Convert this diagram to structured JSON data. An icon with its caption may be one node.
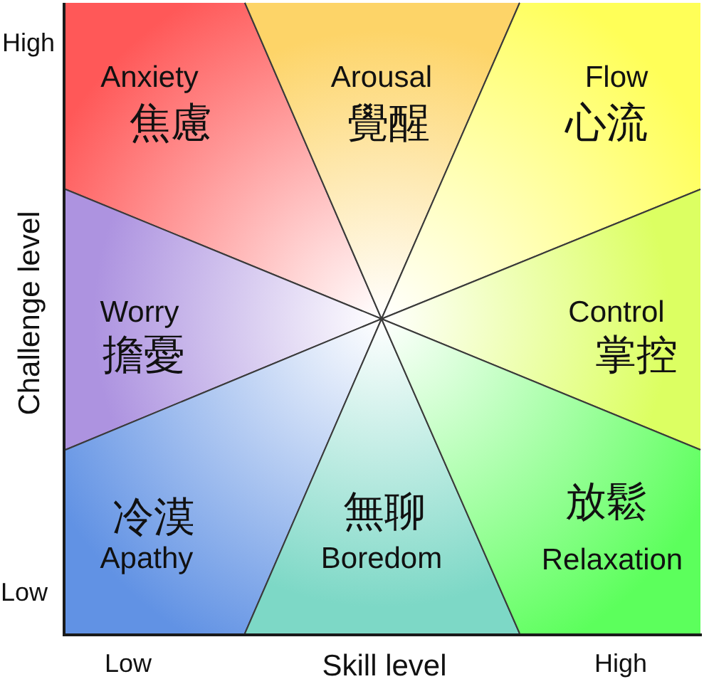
{
  "diagram": {
    "nodes": [
      {
        "text": [
          "Anxiety",
          "焦慮"
        ]
      },
      {
        "text": [
          "Arousal",
          "覺醒"
        ]
      },
      {
        "text": [
          "Flow",
          "心流"
        ]
      },
      {
        "text": [
          "Worry",
          "擔憂"
        ]
      },
      {
        "text": [
          "Control",
          "掌控"
        ]
      },
      {
        "text": [
          "冷漠",
          "Apathy"
        ]
      },
      {
        "text": [
          "無聊",
          "Boredom"
        ]
      },
      {
        "text": [
          "放鬆",
          "Relaxation"
        ]
      }
    ],
    "labels": [
      "High",
      "Challenge level",
      "Low",
      "Low",
      "Skill level",
      "High"
    ]
  }
}
